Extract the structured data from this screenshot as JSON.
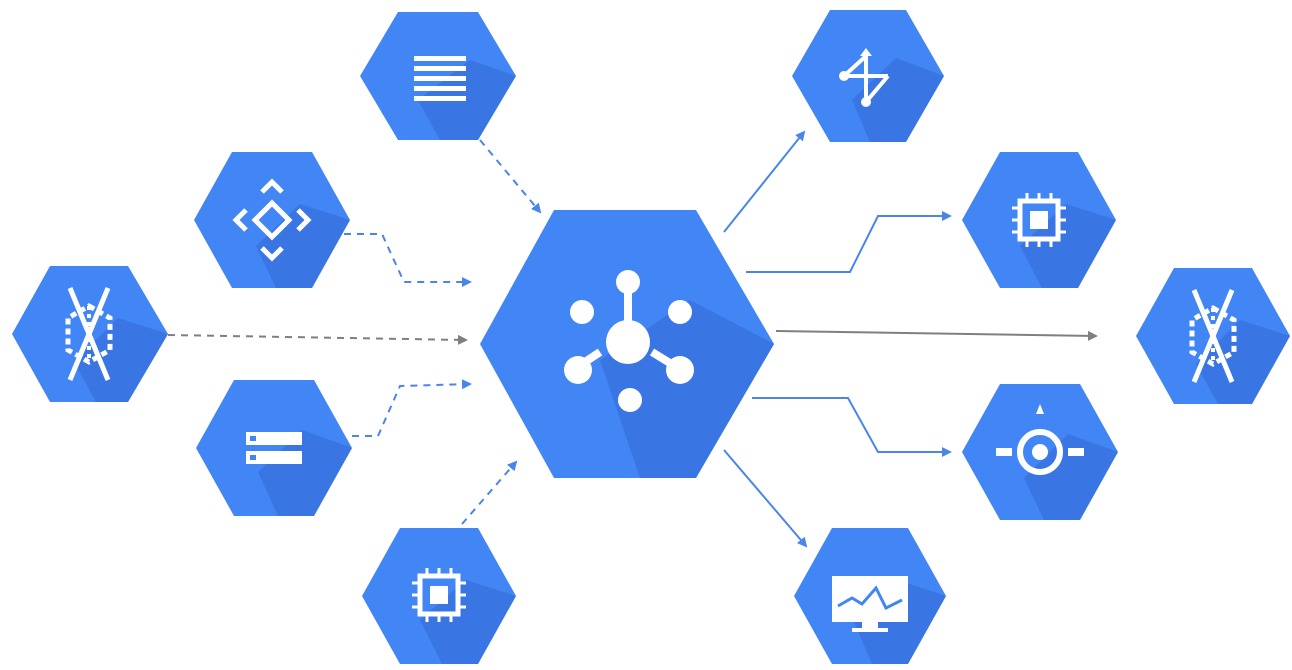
{
  "diagram": {
    "colors": {
      "hexagon": "#4285f4",
      "hexagon_shadow": "#3367d6",
      "connector": "#4a86e8",
      "connector_neutral": "#7f7f7f",
      "glyph": "#ffffff"
    },
    "center_node": {
      "icon": "hub-icon"
    },
    "input_nodes": [
      {
        "icon": "document-lines-icon",
        "connector": "dashed-blue"
      },
      {
        "icon": "move-arrows-icon",
        "connector": "dashed-blue"
      },
      {
        "icon": "dataflow-icon",
        "connector": "dashed-gray"
      },
      {
        "icon": "storage-icon",
        "connector": "dashed-blue"
      },
      {
        "icon": "chip-icon",
        "connector": "dashed-blue"
      }
    ],
    "output_nodes": [
      {
        "icon": "branch-icon",
        "connector": "solid-blue"
      },
      {
        "icon": "chip-icon",
        "connector": "solid-blue"
      },
      {
        "icon": "dataflow-icon",
        "connector": "solid-gray"
      },
      {
        "icon": "camera-target-icon",
        "connector": "solid-blue"
      },
      {
        "icon": "monitor-chart-icon",
        "connector": "solid-blue"
      }
    ]
  }
}
